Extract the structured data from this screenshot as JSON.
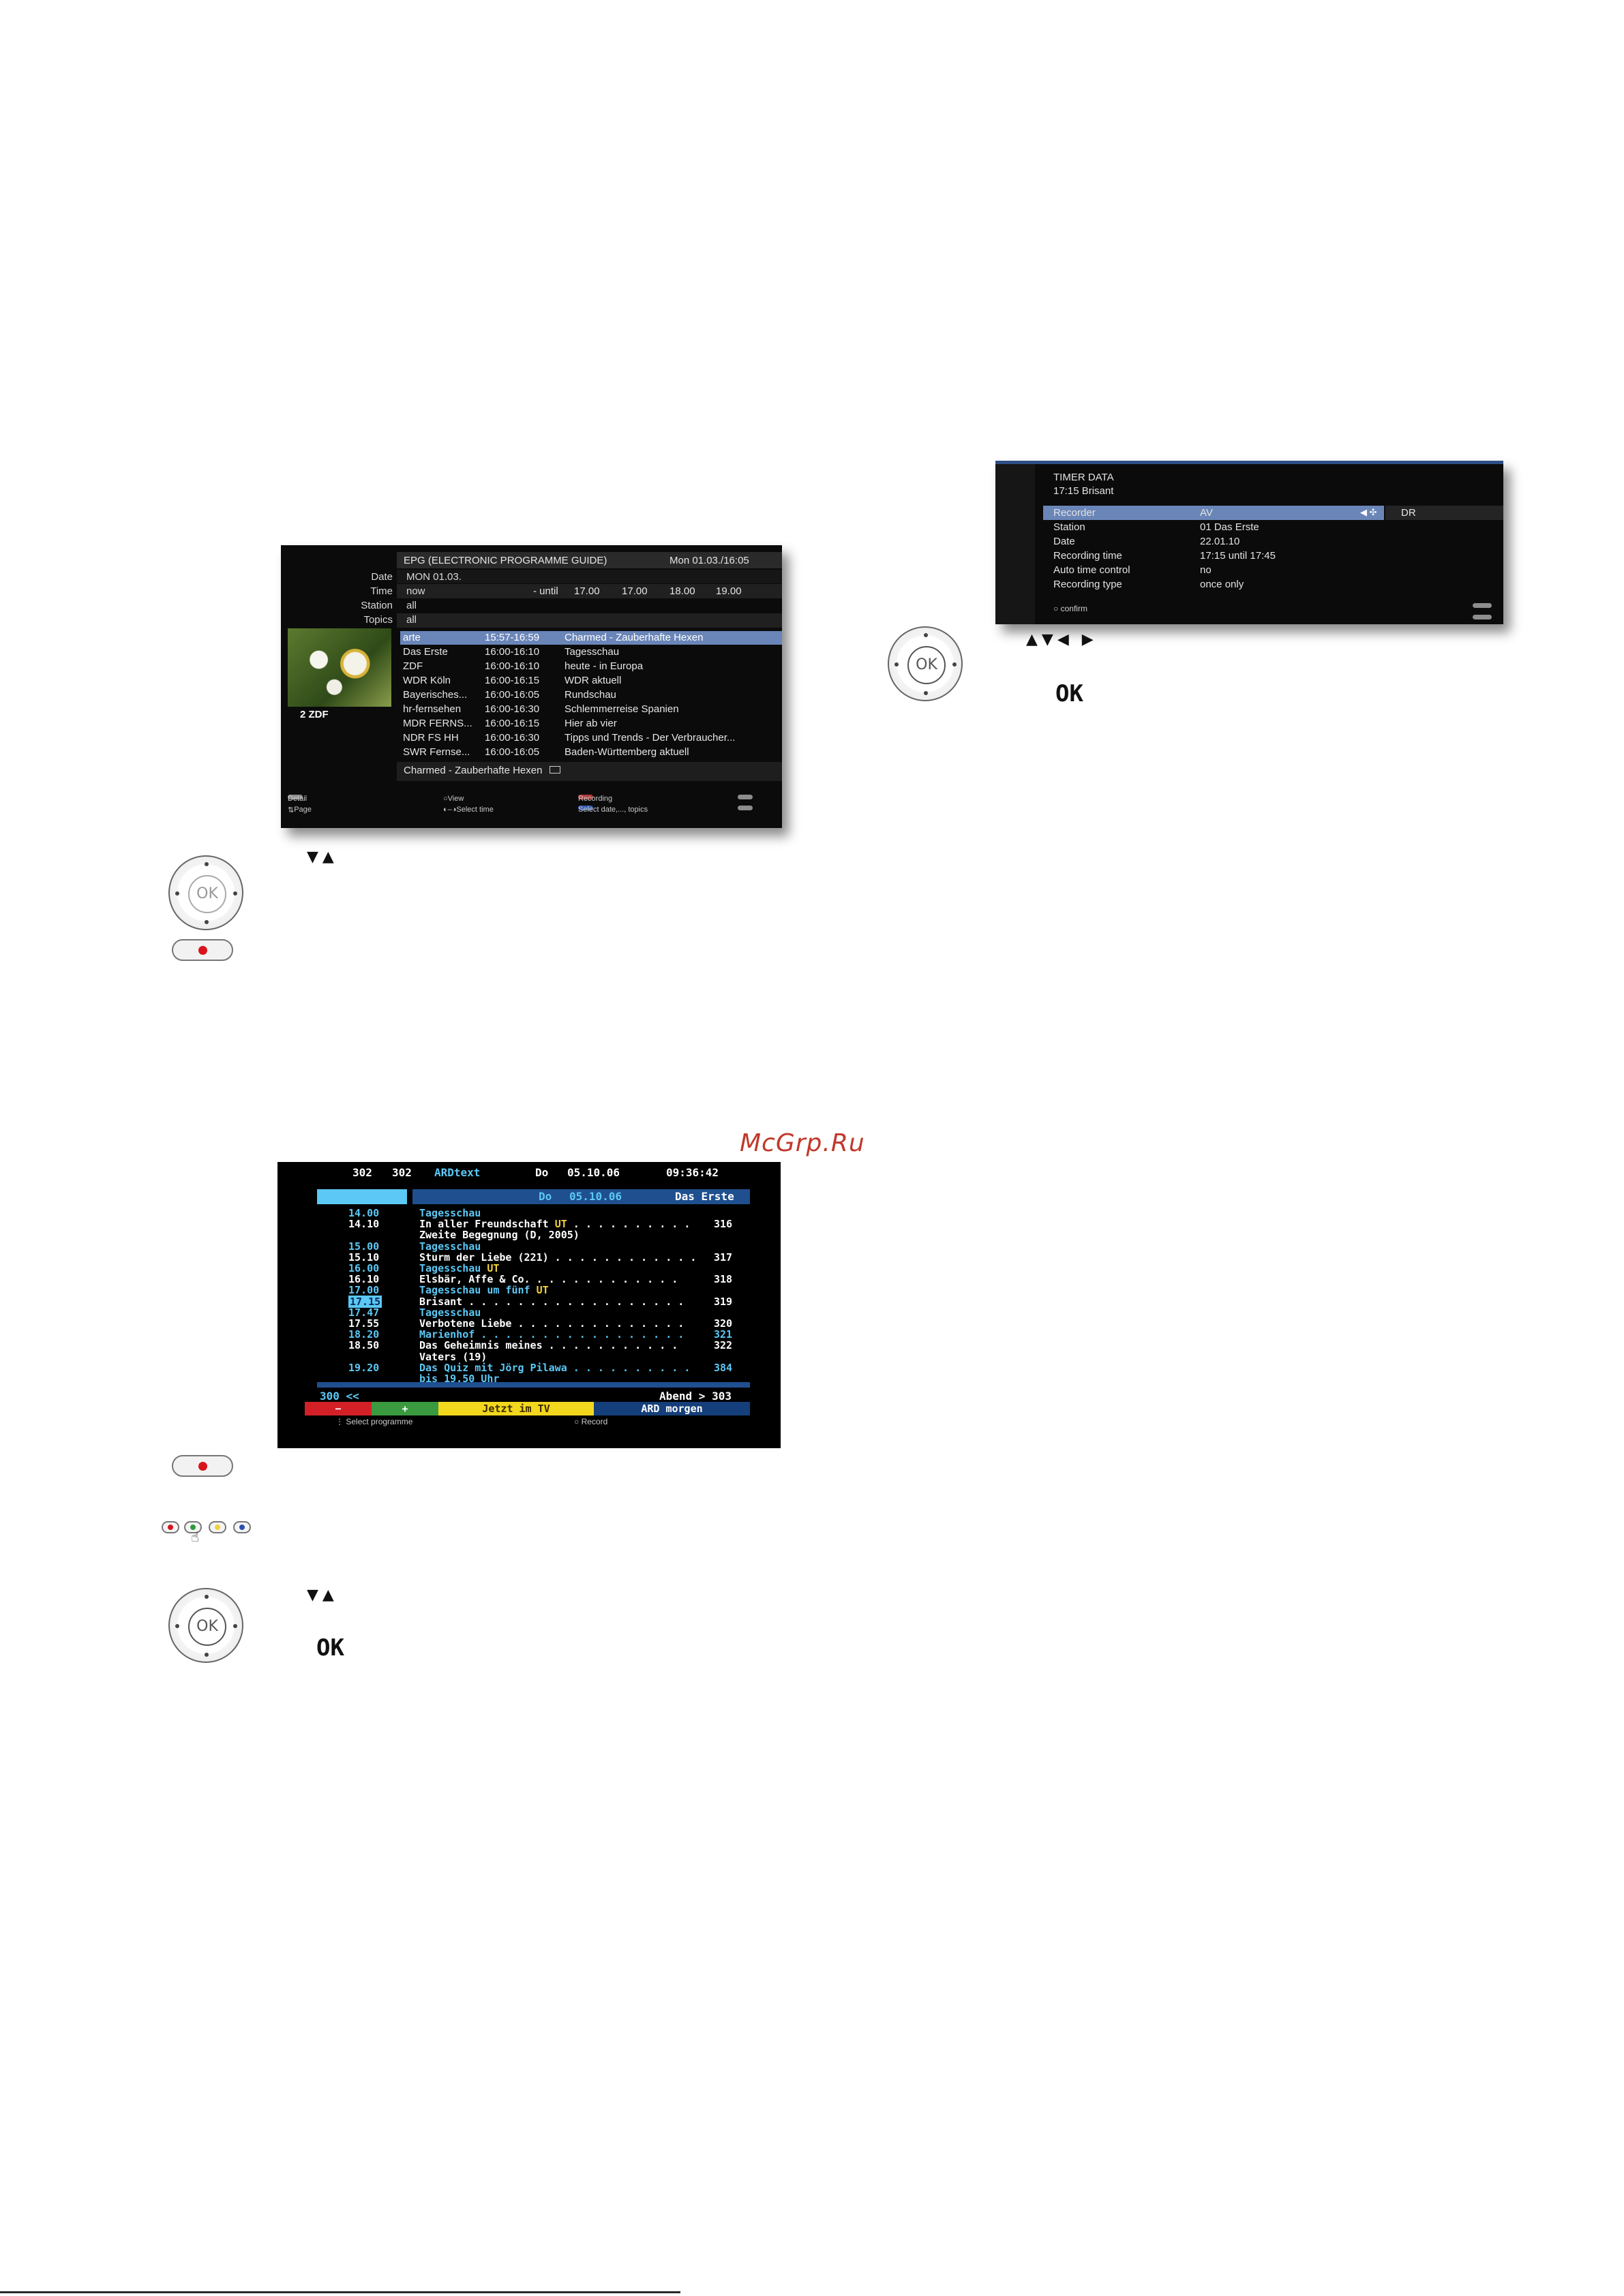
{
  "watermark": "McGrp.Ru",
  "epg": {
    "title": "EPG (ELECTRONIC PROGRAMME GUIDE)",
    "datetime": "Mon 01.03./16:05",
    "filters": [
      {
        "label": "Date",
        "value": "MON 01.03."
      },
      {
        "label": "Time",
        "value": "now"
      },
      {
        "label": "Station",
        "value": "all"
      },
      {
        "label": "Topics",
        "value": "all"
      }
    ],
    "time_prefix": "- until",
    "times": [
      "17.00",
      "17.00",
      "18.00",
      "19.00"
    ],
    "channel_label": "2 ZDF",
    "rows": [
      {
        "station": "arte",
        "time": "15:57-16:59",
        "title": "Charmed - Zauberhafte Hexen",
        "selected": true
      },
      {
        "station": "Das Erste",
        "time": "16:00-16:10",
        "title": "Tagesschau"
      },
      {
        "station": "ZDF",
        "time": "16:00-16:10",
        "title": "heute - in Europa"
      },
      {
        "station": "WDR Köln",
        "time": "16:00-16:15",
        "title": "WDR aktuell"
      },
      {
        "station": "Bayerisches...",
        "time": "16:00-16:05",
        "title": "Rundschau"
      },
      {
        "station": "hr-fernsehen",
        "time": "16:00-16:30",
        "title": "Schlemmerreise Spanien"
      },
      {
        "station": "MDR FERNS...",
        "time": "16:00-16:15",
        "title": "Hier ab vier"
      },
      {
        "station": "NDR FS HH",
        "time": "16:00-16:30",
        "title": "Tipps und Trends - Der Verbraucher..."
      },
      {
        "station": "SWR Fernse...",
        "time": "16:00-16:05",
        "title": "Baden-Württemberg aktuell"
      }
    ],
    "info": "Charmed - Zauberhafte Hexen",
    "footer": {
      "detail": "Detail",
      "page": "Page",
      "view": "View",
      "select_time": "Select time",
      "recording": "Recording",
      "select_date": "Select date,..., topics"
    }
  },
  "timer": {
    "title": "TIMER DATA",
    "subtitle": "17:15 Brisant",
    "rows": [
      {
        "label": "Recorder",
        "value": "AV"
      },
      {
        "label": "Station",
        "value": "01 Das Erste"
      },
      {
        "label": "Date",
        "value": "22.01.10"
      },
      {
        "label": "Recording time",
        "value": "17:15 until 17:45"
      },
      {
        "label": "Auto time control",
        "value": "no"
      },
      {
        "label": "Recording type",
        "value": "once only"
      }
    ],
    "extra": "DR",
    "confirm": "confirm"
  },
  "teletext": {
    "header": {
      "page1": "302",
      "page2": "302",
      "service": "ARDtext",
      "day": "Do",
      "date": "05.10.06",
      "time": "09:36:42"
    },
    "subheader": {
      "day": "Do",
      "date": "05.10.06",
      "channel": "Das Erste"
    },
    "lines": [
      {
        "time": "14.00",
        "title": "Tagesschau",
        "page": "",
        "cyan": true
      },
      {
        "time": "14.10",
        "title": "In aller Freundschaft",
        "ut": "UT",
        "dots": " . . . . . . . . . .",
        "page": "316",
        "cyan": false
      },
      {
        "time": "",
        "title": "Zweite Begegnung (D, 2005)",
        "page": "",
        "cyan": false
      },
      {
        "time": "15.00",
        "title": "Tagesschau",
        "page": "",
        "cyan": true
      },
      {
        "time": "15.10",
        "title": "Sturm der Liebe (221)",
        "dots": " . . . . . . . . . . . .",
        "page": "317",
        "cyan": false
      },
      {
        "time": "16.00",
        "title": "Tagesschau",
        "ut": "UT",
        "page": "",
        "cyan": true
      },
      {
        "time": "16.10",
        "title": "Elsbär, Affe & Co.",
        "dots": " . . . . . . . . . . . .",
        "page": "318",
        "cyan": false
      },
      {
        "time": "17.00",
        "title": "Tagesschau um fünf",
        "ut": "UT",
        "page": "",
        "cyan": true
      },
      {
        "time": "17.15",
        "title": "Brisant",
        "dots": " . . . . . . . . . . . . . . . . . .",
        "page": "319",
        "cyan": false,
        "highlight": true
      },
      {
        "time": "17.47",
        "title": "Tagesschau",
        "page": "",
        "cyan": true
      },
      {
        "time": "17.55",
        "title": "Verbotene Liebe",
        "dots": " . . . . . . . . . . . . . .",
        "page": "320",
        "cyan": false
      },
      {
        "time": "18.20",
        "title": "Marienhof",
        "dots": " . . . . . . . . . . . . . . . . .",
        "page": "321",
        "cyan": true
      },
      {
        "time": "18.50",
        "title": "Das Geheimnis meines",
        "dots": " . . . . . . . . . . .",
        "page": "322",
        "cyan": false
      },
      {
        "time": "",
        "title": "Vaters (19)",
        "page": "",
        "cyan": false
      },
      {
        "time": "19.20",
        "title": "Das Quiz mit Jörg Pilawa",
        "dots": " . . . . . . . . . .",
        "page": "384",
        "cyan": true
      },
      {
        "time": "",
        "title": "bis 19.50 Uhr",
        "page": "",
        "cyan": true
      }
    ],
    "nav_left": "300 <<",
    "nav_right": "Abend > 303",
    "buttons": [
      {
        "label": "−",
        "color": "#d32027"
      },
      {
        "label": "+",
        "color": "#3a9a3f"
      },
      {
        "label": "Jetzt im TV",
        "color": "#f2d71e"
      },
      {
        "label": "ARD morgen",
        "color": "#153f7a"
      }
    ],
    "footer_left": "Select programme",
    "footer_right": "Record"
  },
  "keys": {
    "ok": "OK"
  }
}
